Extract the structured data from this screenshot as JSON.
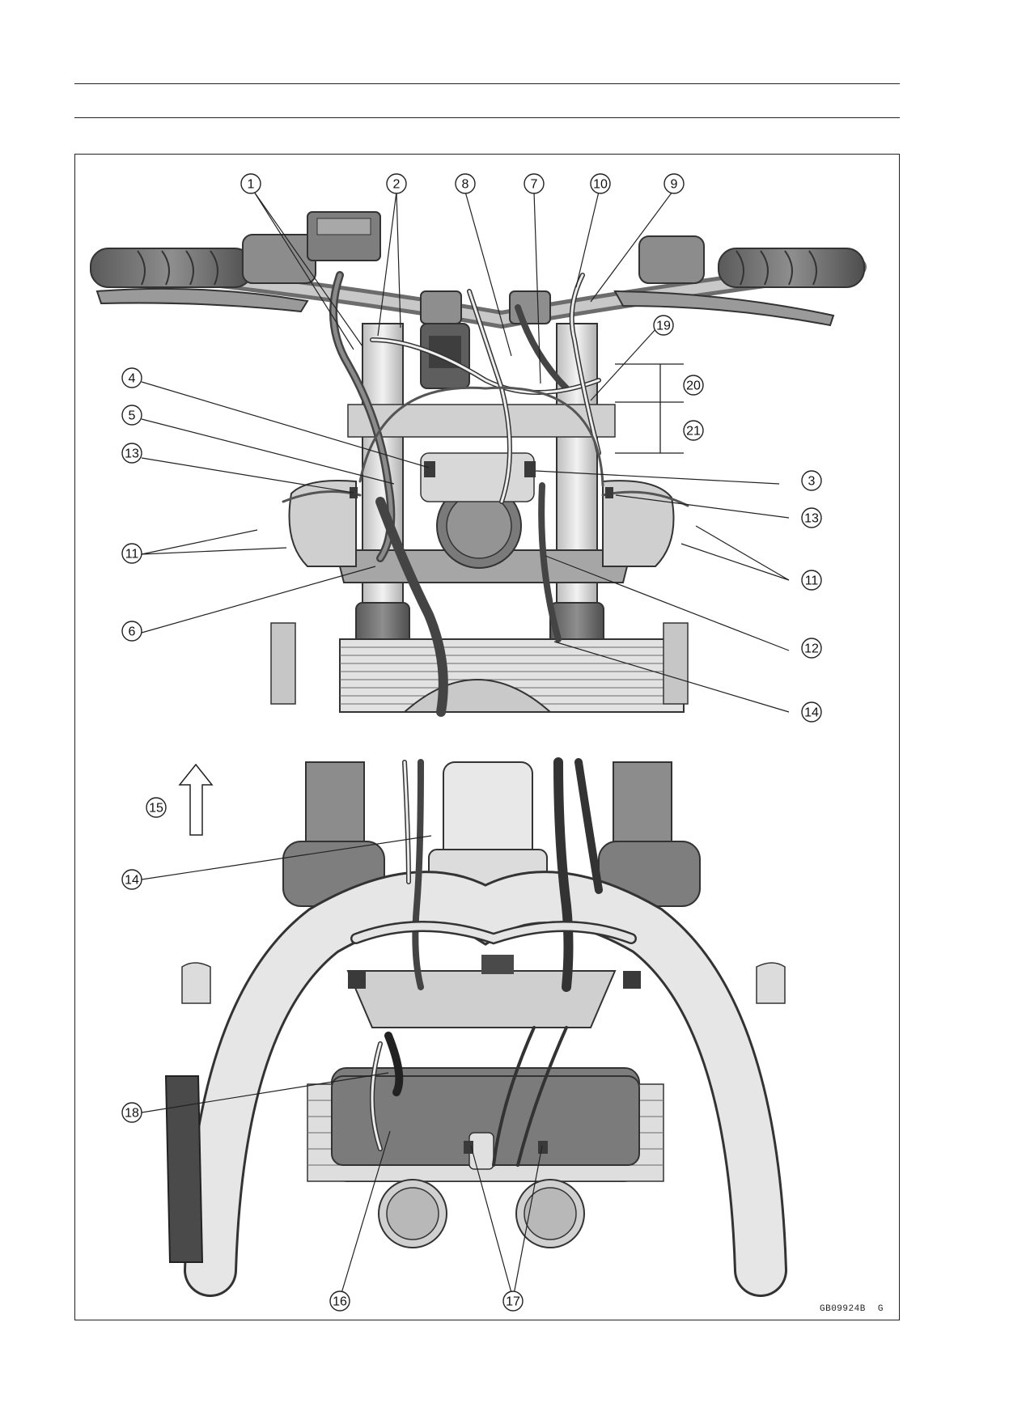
{
  "figure": {
    "callouts": [
      "1",
      "2",
      "3",
      "4",
      "5",
      "6",
      "7",
      "8",
      "9",
      "10",
      "11",
      "12",
      "13",
      "14",
      "15",
      "16",
      "17",
      "18",
      "19",
      "20",
      "21"
    ],
    "figure_code": "GB09924B",
    "figure_suffix": "G"
  }
}
